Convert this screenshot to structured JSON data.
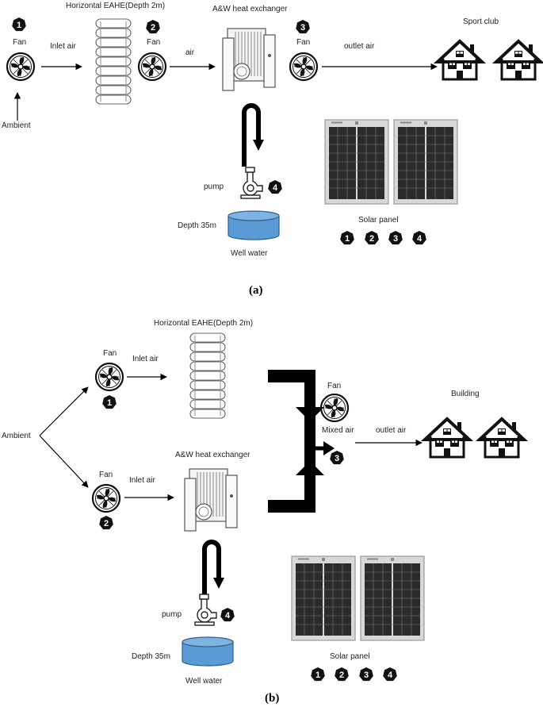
{
  "panel_a": {
    "caption": "(a)",
    "labels": {
      "fan1": "Fan",
      "fan2": "Fan",
      "fan3": "Fan",
      "ambient": "Ambient",
      "inlet_air": "Inlet air",
      "eahe_title": "Horizontal EAHE(Depth 2m)",
      "air": "air",
      "hx_title": "A&W heat exchanger",
      "outlet_air": "outlet air",
      "sport_club": "Sport club",
      "pump": "pump",
      "depth": "Depth 35m",
      "well_water": "Well water",
      "solar_panel": "Solar panel"
    },
    "badges": {
      "fan1": "1",
      "fan2": "2",
      "fan3": "3",
      "pump": "4"
    },
    "solar_badges": [
      "1",
      "2",
      "3",
      "4"
    ]
  },
  "panel_b": {
    "caption": "(b)",
    "labels": {
      "eahe_title": "Horizontal EAHE(Depth 2m)",
      "fan_top": "Fan",
      "inlet_air_top": "Inlet air",
      "ambient": "Ambient",
      "fan_bottom": "Fan",
      "inlet_air_bottom": "Inlet air",
      "hx_title": "A&W heat exchanger",
      "fan_mix": "Fan",
      "mixed_air": "Mixed air",
      "outlet_air": "outlet air",
      "building": "Building",
      "pump": "pump",
      "depth": "Depth 35m",
      "well_water": "Well water",
      "solar_panel": "Solar panel"
    },
    "badges": {
      "fan_top": "1",
      "fan_bottom": "2",
      "fan_mix": "3",
      "pump": "4"
    },
    "solar_badges": [
      "1",
      "2",
      "3",
      "4"
    ]
  },
  "colors": {
    "water": "#5b9bd5",
    "ink": "#000000",
    "panel_cell": "#2a2a2a",
    "panel_frame": "#b9b9b9"
  }
}
